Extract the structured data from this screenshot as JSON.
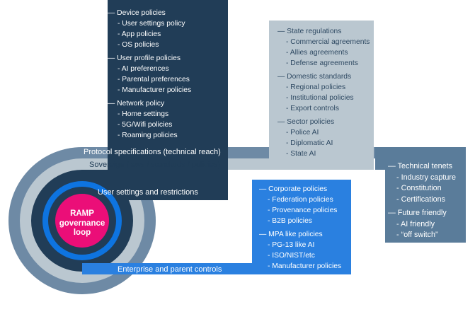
{
  "colors": {
    "outer_ring": "#6e8aa5",
    "mid_ring": "#bac7d0",
    "dark_panel": "#213d57",
    "blue_panel": "#2a80e0",
    "light_panel": "#c4cfd6",
    "steel_panel": "#5a7c9a",
    "inner_ring": "#0e74e0",
    "core": "#eb0e78"
  },
  "center_label": "RAMP governance loop",
  "band_labels": {
    "protocol": "Protocol specifications (technical reach)",
    "sovereign": "Sovereign (laws / standards / policies)",
    "user_settings": "User settings and restrictions",
    "enterprise": "Enterprise and parent controls"
  },
  "device_panel": {
    "groups": [
      {
        "title": "— Device policies",
        "items": [
          "- User settings policy",
          "- App policies",
          "- OS policies"
        ]
      },
      {
        "title": "— User profile policies",
        "items": [
          "- AI preferences",
          "- Parental preferences",
          "- Manufacturer policies"
        ]
      },
      {
        "title": "— Network policy",
        "items": [
          "- Home settings",
          "- 5G/Wifi policies",
          "- Roaming policies"
        ]
      }
    ]
  },
  "state_panel": {
    "groups": [
      {
        "title": "— State regulations",
        "items": [
          "- Commercial agreements",
          "- Allies agreements",
          "- Defense agreements"
        ]
      },
      {
        "title": "— Domestic standards",
        "items": [
          "- Regional policies",
          "- Institutional policies",
          "- Export controls"
        ]
      },
      {
        "title": "— Sector policies",
        "items": [
          "- Police AI",
          "- Diplomatic AI",
          "- State AI"
        ]
      }
    ]
  },
  "corporate_panel": {
    "groups": [
      {
        "title": "— Corporate policies",
        "items": [
          "- Federation policies",
          "- Provenance policies",
          "- B2B policies"
        ]
      },
      {
        "title": "— MPA like policies",
        "items": [
          "- PG-13 like AI",
          "- ISO/NIST/etc",
          "- Manufacturer policies"
        ]
      }
    ]
  },
  "technical_panel": {
    "groups": [
      {
        "title": "— Technical tenets",
        "items": [
          "- Industry capture",
          "- Constitution",
          "- Certifications"
        ]
      },
      {
        "title": "— Future friendly",
        "items": [
          "- AI friendly",
          "- “off switch”"
        ]
      }
    ]
  }
}
